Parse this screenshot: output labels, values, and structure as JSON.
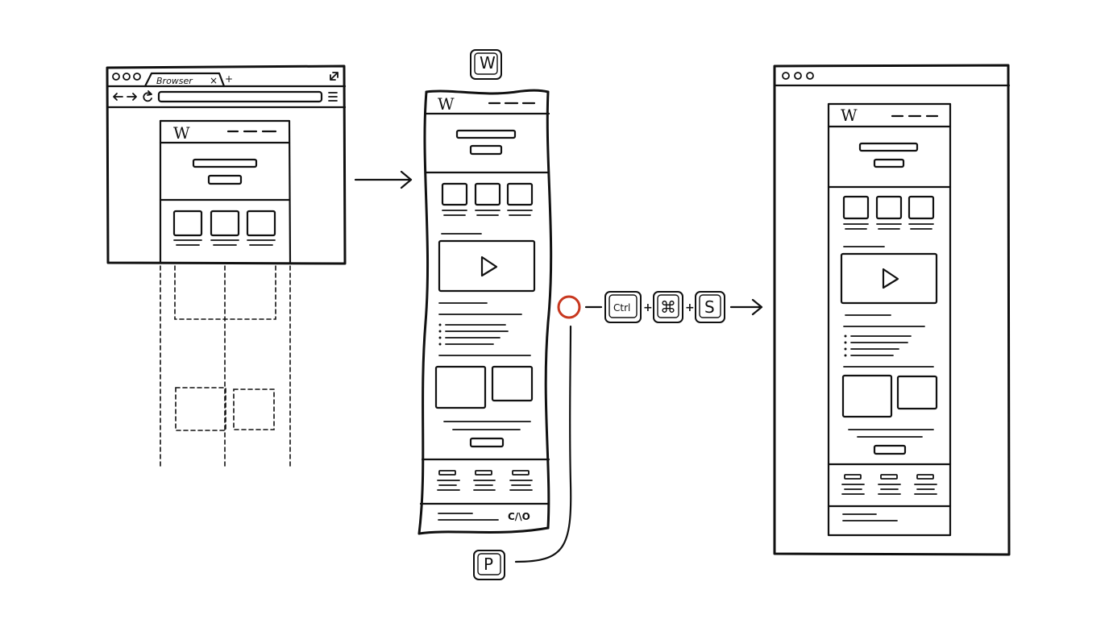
{
  "browser": {
    "tab_label": "Browser",
    "tab_close": "×",
    "tab_new": "+",
    "nav_icons": [
      "back-arrow-icon",
      "forward-arrow-icon",
      "reload-icon",
      "menu-icon"
    ]
  },
  "site": {
    "logo_letter": "W"
  },
  "keys": {
    "top_key": "W",
    "bottom_key": "P",
    "ctrl": "Ctrl",
    "cmd": "⌘",
    "s": "S",
    "plus": "+"
  },
  "footer": {
    "code_mark": "C/\\O"
  },
  "colors": {
    "ink": "#111111",
    "accent_circle": "#c8381f",
    "background": "#ffffff"
  }
}
